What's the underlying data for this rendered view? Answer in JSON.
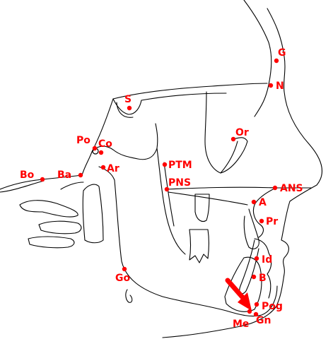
{
  "colors": {
    "landmark": "#ff0000",
    "outline": "#000000",
    "background": "#ffffff"
  },
  "landmarks": {
    "G": "G",
    "N": "N",
    "S": "S",
    "Or": "Or",
    "Po": "Po",
    "Co": "Co",
    "Ar": "Ar",
    "Bo": "Bo",
    "Ba": "Ba",
    "PTM": "PTM",
    "PNS": "PNS",
    "ANS": "ANS",
    "A": "A",
    "Pr": "Pr",
    "Id": "Id",
    "B": "B",
    "Go": "Go",
    "Pog": "Pog",
    "Me": "Me",
    "Gn": "Gn"
  },
  "arrow": {
    "color": "#ff0000"
  }
}
